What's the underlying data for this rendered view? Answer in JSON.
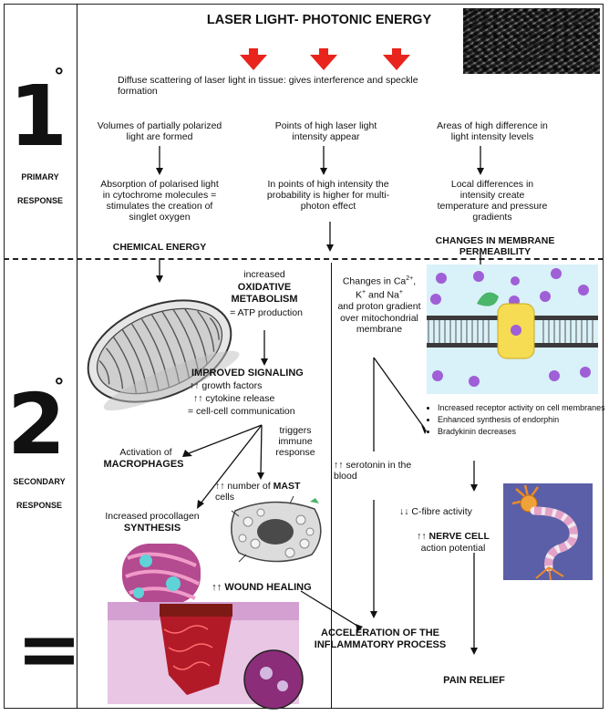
{
  "title": "LASER LIGHT- PHOTONIC ENERGY",
  "scatter_text": "Diffuse scattering of laser light in tissue: gives interference and speckle formation",
  "primary": {
    "number": "1",
    "degree": "°",
    "label_line1": "PRIMARY",
    "label_line2": "RESPONSE",
    "col1_top": "Volumes of partially polarized light are formed",
    "col2_top": "Points of high laser light intensity appear",
    "col3_top": "Areas of high difference in light intensity levels",
    "col1_bottom": "Absorption of polarised light in cytochrome molecules = stimulates the creation of singlet oxygen",
    "col1_result": "CHEMICAL ENERGY",
    "col2_bottom": "In points of high intensity the probability is higher for multi-photon effect",
    "col3_bottom": "Local differences in intensity create temperature and pressure gradients",
    "col3_result": "CHANGES IN MEMBRANE PERMEABILITY"
  },
  "secondary": {
    "number": "2",
    "degree": "°",
    "label_line1": "SECONDARY",
    "label_line2": "RESPONSE",
    "increased": "increased",
    "oxidative": "OXIDATIVE METABOLISM",
    "atp": "= ATP production",
    "improved": "IMPROVED SIGNALING",
    "growth": "↑↑ growth factors",
    "cytokine": "↑↑ cytokine release",
    "cellcell": "= cell-cell communication",
    "triggers": "triggers immune response",
    "activation": "Activation of",
    "macrophages": "MACROPHAGES",
    "mast_prefix": "↑↑ number of",
    "mast": "MAST",
    "mast_suffix": "cells",
    "procollagen": "Increased procollagen",
    "synthesis": "SYNTHESIS",
    "wound": "↑↑ WOUND HEALING",
    "ion_line1": "Changes in Ca",
    "ion_sup1": "2+",
    "ion_line2a": "K",
    "ion_line2b": " and Na",
    "ion_rest": "and proton gradient over mitochondrial membrane",
    "receptor_items": [
      "Increased receptor activity on cell membranes",
      "Enhanced synthesis of endorphin",
      "Bradykinin decreases"
    ],
    "serotonin": "↑↑ serotonin in the blood",
    "cfibre": "↓↓ C-fibre activity",
    "nerve_prefix": "↑↑",
    "nerve": "NERVE CELL",
    "action": "action potential"
  },
  "result": {
    "equals": "=",
    "inflammatory": "ACCELERATION OF THE INFLAMMATORY PROCESS",
    "pain": "PAIN RELIEF"
  },
  "colors": {
    "arrow_red": "#e8241c",
    "membrane_purple": "#9f5fd6",
    "channel_yellow": "#f6dc52",
    "protein_green": "#4bb56a",
    "neuron_bg": "#5b5fa8"
  }
}
